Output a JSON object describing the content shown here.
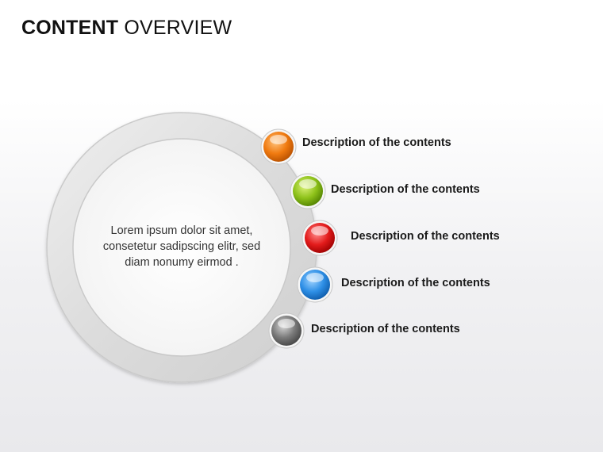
{
  "title": {
    "bold_part": "CONTENT",
    "light_part": "OVERVIEW"
  },
  "center_text": "Lorem ipsum dolor sit amet, consetetur sadipscing elitr, sed diam nonumy eirmod .",
  "items": [
    {
      "label": "Description of the contents",
      "color": "#f07a10",
      "color_light": "#ffc27a",
      "color_dark": "#b54f00"
    },
    {
      "label": "Description of the contents",
      "color": "#8ec21a",
      "color_light": "#dcf27a",
      "color_dark": "#4f7f00"
    },
    {
      "label": "Description of the contents",
      "color": "#e31b1b",
      "color_light": "#ff8d8d",
      "color_dark": "#9a0000"
    },
    {
      "label": "Description of the contents",
      "color": "#2e8fe6",
      "color_light": "#9fd3ff",
      "color_dark": "#0d5aa8"
    },
    {
      "label": "Description of the contents",
      "color": "#7a7a7a",
      "color_light": "#d6d6d6",
      "color_dark": "#444444"
    }
  ]
}
